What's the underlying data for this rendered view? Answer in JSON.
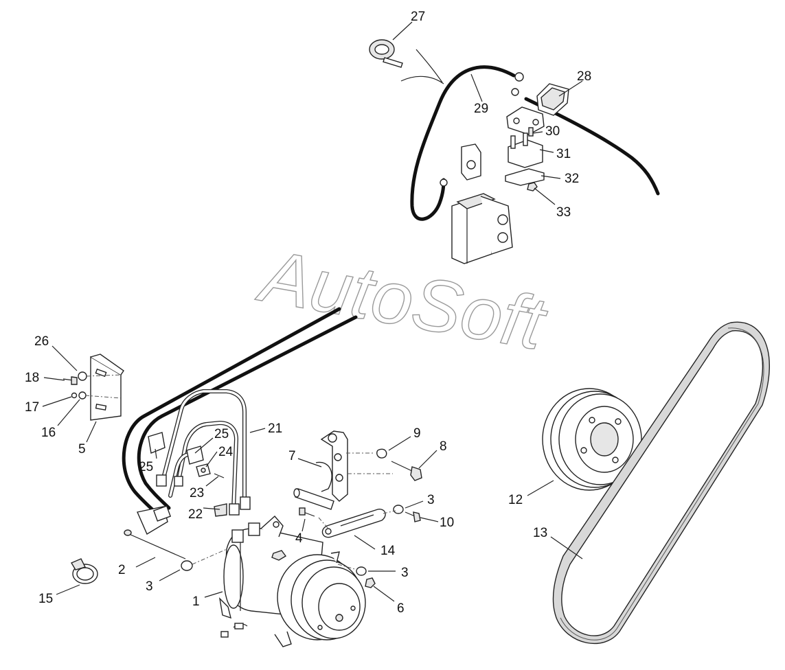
{
  "watermark": "AutoSoft",
  "callouts": {
    "c1": "1",
    "c2": "2",
    "c3a": "3",
    "c3b": "3",
    "c3c": "3",
    "c4": "4",
    "c5": "5",
    "c6": "6",
    "c7": "7",
    "c8": "8",
    "c9": "9",
    "c10": "10",
    "c12": "12",
    "c13": "13",
    "c14": "14",
    "c15": "15",
    "c16": "16",
    "c17": "17",
    "c18": "18",
    "c21": "21",
    "c22": "22",
    "c23": "23",
    "c24": "24",
    "c25a": "25",
    "c25b": "25",
    "c26": "26",
    "c27": "27",
    "c28": "28",
    "c29": "29",
    "c30": "30",
    "c31": "31",
    "c32": "32",
    "c33": "33"
  }
}
